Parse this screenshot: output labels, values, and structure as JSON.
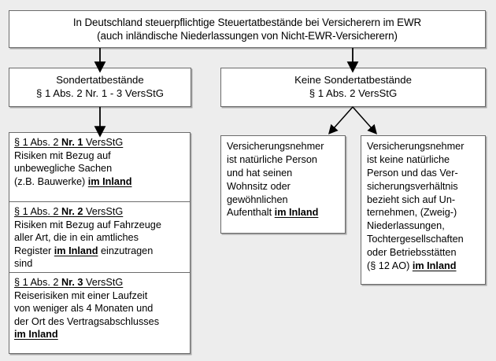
{
  "diagram": {
    "title": "In Deutschland steuerpflichtige Steuertatbestände bei Versicherern im EWR",
    "background_color": "#ededed",
    "box_fill": "#ffffff",
    "border_color": "#6b6b6b"
  },
  "top_box": {
    "line1": "In Deutschland steuerpflichtige Steuertatbestände bei Versicherern im EWR",
    "line2": "(auch inländische Niederlassungen von Nicht-EWR-Versicherern)"
  },
  "left_mid_box": {
    "line1": "Sondertatbestände",
    "line2": "§ 1 Abs. 2 Nr. 1 - 3 VersStG"
  },
  "right_mid_box": {
    "line1": "Keine Sondertatbestände",
    "line2": "§ 1 Abs. 2 VersStG"
  },
  "left_detail_box": {
    "sections": [
      {
        "heading": "§ 1 Abs. 2 Nr. 1 VersStG",
        "heading_parts": {
          "pre": "§ 1 Abs. 2 ",
          "bold": "Nr. 1",
          "post": " VersStG"
        },
        "body_lines": [
          "Risiken mit Bezug auf",
          "unbewegliche Sachen",
          "(z.B. Bauwerke) "
        ],
        "highlight": "im Inland"
      },
      {
        "heading": "§ 1 Abs. 2 Nr. 2 VersStG",
        "heading_parts": {
          "pre": "§ 1 Abs. 2 ",
          "bold": "Nr. 2",
          "post": " VersStG"
        },
        "body_lines": [
          "Risiken mit Bezug auf Fahrzeuge",
          "aller Art, die in ein amtliches",
          "Register "
        ],
        "highlight": "im Inland",
        "body_tail": " einzutragen",
        "body_last_line": "sind"
      },
      {
        "heading": "§ 1 Abs. 2 Nr. 3 VersStG",
        "heading_parts": {
          "pre": "§ 1 Abs. 2 ",
          "bold": "Nr. 3",
          "post": " VersStG"
        },
        "body_lines": [
          "Reiserisiken mit einer Laufzeit",
          "von weniger als 4 Monaten und",
          "der Ort des Vertragsabschlusses"
        ],
        "highlight": "im Inland"
      }
    ]
  },
  "leaf_a": {
    "body_lines": [
      "Versicherungsnehmer",
      "ist natürliche Person",
      "und hat seinen",
      "Wohnsitz oder",
      "gewöhnlichen",
      "Aufenthalt "
    ],
    "highlight": "im Inland"
  },
  "leaf_b": {
    "body_lines": [
      "Versicherungsnehmer",
      "ist keine natürliche",
      "Person und das Ver-",
      "sicherungsverhältnis",
      "bezieht sich auf Un-",
      "ternehmen, (Zweig-)",
      "Niederlassungen,",
      "Tochtergesellschaften",
      "oder Betriebsstätten",
      "(§ 12 AO) "
    ],
    "highlight": "im Inland"
  },
  "connectors": {
    "arrow_color": "#000000",
    "descriptions": [
      "top-box to left-mid-box (vertical arrow)",
      "top-box to right-mid-box (vertical arrow)",
      "left-mid-box to left-detail-box (vertical arrow)",
      "right-mid-box splits to leaf-a and leaf-b (V arrows)"
    ]
  }
}
